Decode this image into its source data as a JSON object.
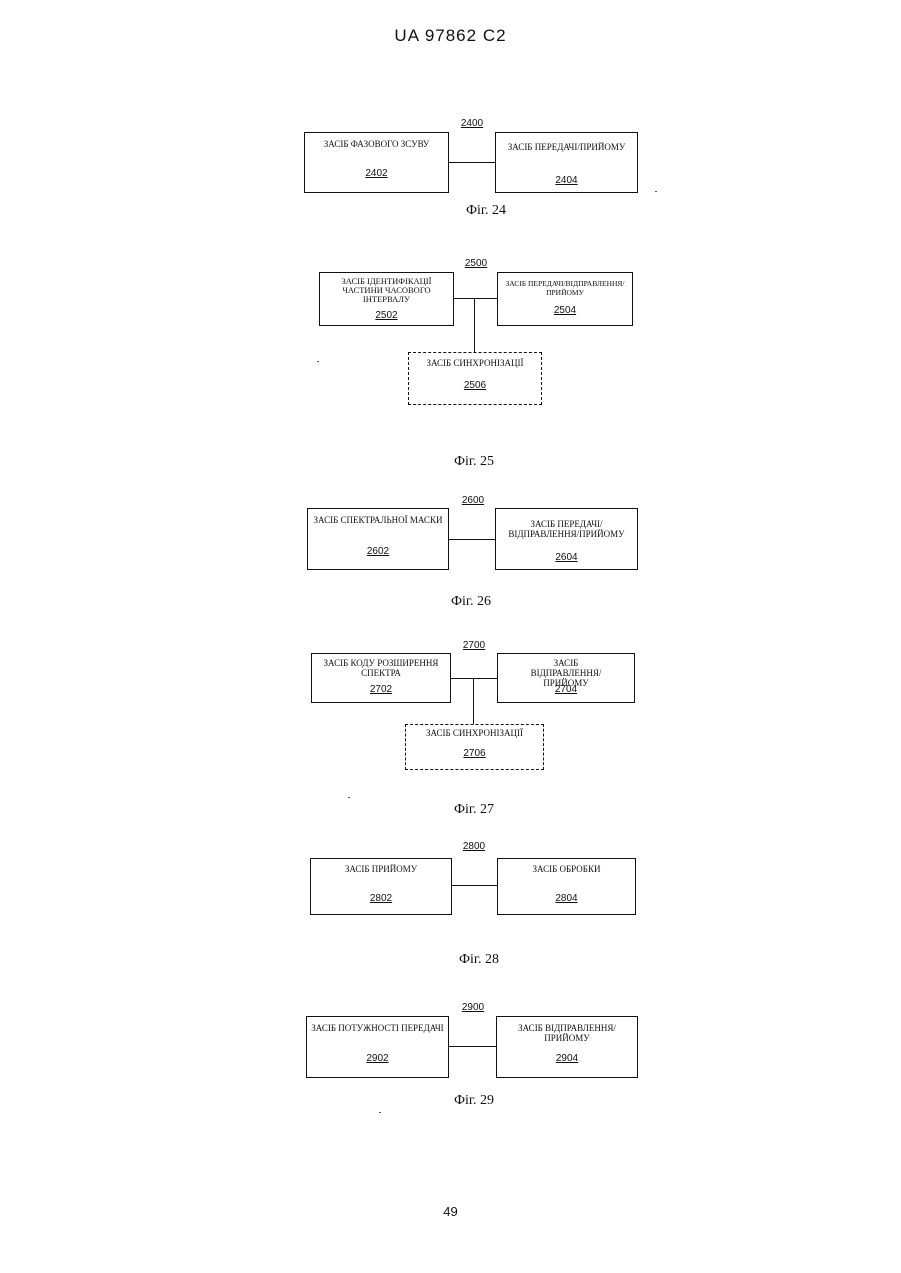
{
  "header": {
    "title": "UA   97862   C2"
  },
  "page_number": "49",
  "figures": [
    {
      "caption": "Фіг. 24",
      "ref": "2400",
      "boxes": [
        {
          "label": "ЗАСІБ ФАЗОВОГО ЗСУВУ",
          "number": "2402"
        },
        {
          "label": "ЗАСІБ ПЕРЕДАЧІ/ПРИЙОМУ",
          "number": "2404"
        }
      ]
    },
    {
      "caption": "Фіг. 25",
      "ref": "2500",
      "boxes": [
        {
          "label": "ЗАСІБ ІДЕНТИФІКАЦІЇ ЧАСТИНИ ЧАСОВОГО ІНТЕРВАЛУ",
          "number": "2502"
        },
        {
          "label": "ЗАСІБ ПЕРЕДАЧІ/ВІДПРАВЛЕННЯ/ ПРИЙОМУ",
          "number": "2504"
        },
        {
          "label": "ЗАСІБ СИНХРОНІЗАЦІЇ",
          "number": "2506"
        }
      ]
    },
    {
      "caption": "Фіг. 26",
      "ref": "2600",
      "boxes": [
        {
          "label": "ЗАСІБ СПЕКТРАЛЬНОЇ МАСКИ",
          "number": "2602"
        },
        {
          "label": "ЗАСІБ ПЕРЕДАЧІ/ ВІДПРАВЛЕННЯ/ПРИЙОМУ",
          "number": "2604"
        }
      ]
    },
    {
      "caption": "Фіг. 27",
      "ref": "2700",
      "boxes": [
        {
          "label": "ЗАСІБ КОДУ РОЗШИРЕННЯ СПЕКТРА",
          "number": "2702"
        },
        {
          "label": "ЗАСІБ ВІДПРАВЛЕННЯ/ПРИЙОМУ",
          "number": "2704"
        },
        {
          "label": "ЗАСІБ СИНХРОНІЗАЦІЇ",
          "number": "2706"
        }
      ]
    },
    {
      "caption": "Фіг. 28",
      "ref": "2800",
      "boxes": [
        {
          "label": "ЗАСІБ ПРИЙОМУ",
          "number": "2802"
        },
        {
          "label": "ЗАСІБ ОБРОБКИ",
          "number": "2804"
        }
      ]
    },
    {
      "caption": "Фіг. 29",
      "ref": "2900",
      "boxes": [
        {
          "label": "ЗАСІБ ПОТУЖНОСТІ ПЕРЕДАЧІ",
          "number": "2902"
        },
        {
          "label": "ЗАСІБ ВІДПРАВЛЕННЯ/ПРИЙОМУ",
          "number": "2904"
        }
      ]
    }
  ]
}
